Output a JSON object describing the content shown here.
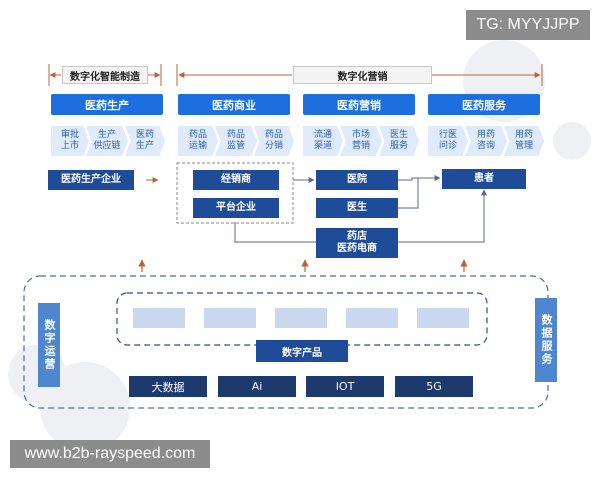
{
  "watermarks": {
    "tg": "TG: MYYJJPP",
    "url": "www.b2b-rayspeed.com"
  },
  "headers": {
    "left": "数字化智能制造",
    "right": "数字化营销"
  },
  "categories": [
    "医药生产",
    "医药商业",
    "医药营销",
    "医药服务"
  ],
  "steps": [
    [
      "审批\n上市",
      "生产\n供应链",
      "医药\n生产"
    ],
    [
      "药品\n运输",
      "药品\n监管",
      "药品\n分销"
    ],
    [
      "流通\n渠道",
      "市场\n营销",
      "医生\n服务"
    ],
    [
      "行医\n问诊",
      "用药\n咨询",
      "用药\n管理"
    ]
  ],
  "nodes": {
    "enterprise": "医药生产企业",
    "distributor": "经销商",
    "platform": "平台企业",
    "hospital": "医院",
    "doctor": "医生",
    "pharmacy": "药店\n医药电商",
    "patient": "患者"
  },
  "side": {
    "left": "数字运营",
    "right": "数据服务"
  },
  "product_label": "数字产品",
  "ghost_items": [
    "",
    "",
    "",
    "",
    ""
  ],
  "tech": [
    "大数据",
    "Ai",
    "IOT",
    "5G"
  ],
  "colors": {
    "primary": "#1d6fe0",
    "dark_node": "#1f4c99",
    "light_step": "#dfeafb",
    "side": "#4e86cf"
  }
}
